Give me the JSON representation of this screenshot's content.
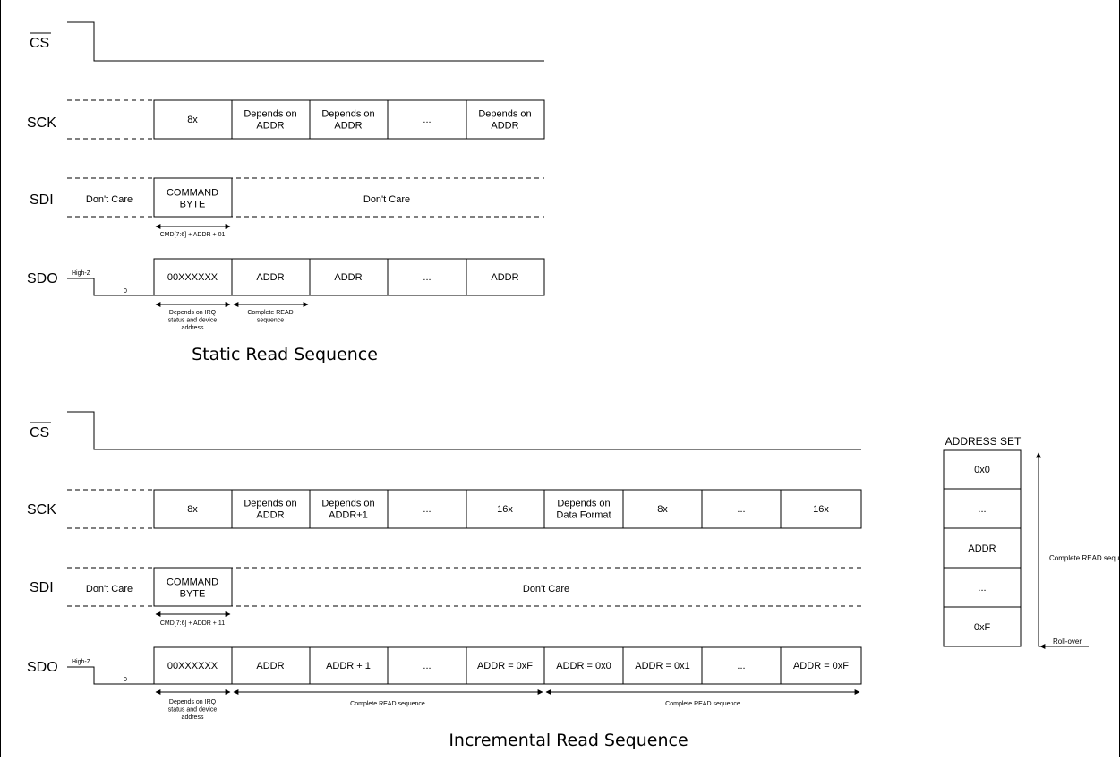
{
  "colors": {
    "line": "#000000",
    "background": "#ffffff"
  },
  "static": {
    "title": "Static Read Sequence",
    "signals": {
      "cs": "CS",
      "sck": "SCK",
      "sdi": "SDI",
      "sdo": "SDO"
    },
    "sck_cells": [
      "8x",
      "Depends on ADDR",
      "Depends on ADDR",
      "...",
      "Depends on ADDR"
    ],
    "sdi_pre": "Don't Care",
    "sdi_cmd": "COMMAND BYTE",
    "sdi_rest": "Don't Care",
    "cmd_note": "CMD[7:6] + ADDR + 01",
    "sdo_highz": "High-Z",
    "sdo_zero": "0",
    "sdo_cells": [
      "00XXXXXX",
      "ADDR",
      "ADDR",
      "...",
      "ADDR"
    ],
    "note_irq": "Depends on IRQ status and device address",
    "note_complete": "Complete READ sequence"
  },
  "incremental": {
    "title": "Incremental Read Sequence",
    "signals": {
      "cs": "CS",
      "sck": "SCK",
      "sdi": "SDI",
      "sdo": "SDO"
    },
    "sck_cells": [
      "8x",
      "Depends on ADDR",
      "Depends on ADDR+1",
      "...",
      "16x",
      "Depends on Data Format",
      "8x",
      "...",
      "16x"
    ],
    "sdi_pre": "Don't Care",
    "sdi_cmd": "COMMAND BYTE",
    "sdi_rest": "Don't Care",
    "cmd_note": "CMD[7:6] + ADDR + 11",
    "sdo_highz": "High-Z",
    "sdo_zero": "0",
    "sdo_cells": [
      "00XXXXXX",
      "ADDR",
      "ADDR + 1",
      "...",
      "ADDR = 0xF",
      "ADDR = 0x0",
      "ADDR = 0x1",
      "...",
      "ADDR = 0xF"
    ],
    "note_irq": "Depends on IRQ status and device address",
    "note_complete_1": "Complete READ sequence",
    "note_complete_2": "Complete READ sequence"
  },
  "address_set": {
    "title": "ADDRESS SET",
    "cells": [
      "0x0",
      "...",
      "ADDR",
      "...",
      "0xF"
    ],
    "note_complete": "Complete READ sequence",
    "note_rollover": "Roll-over"
  }
}
